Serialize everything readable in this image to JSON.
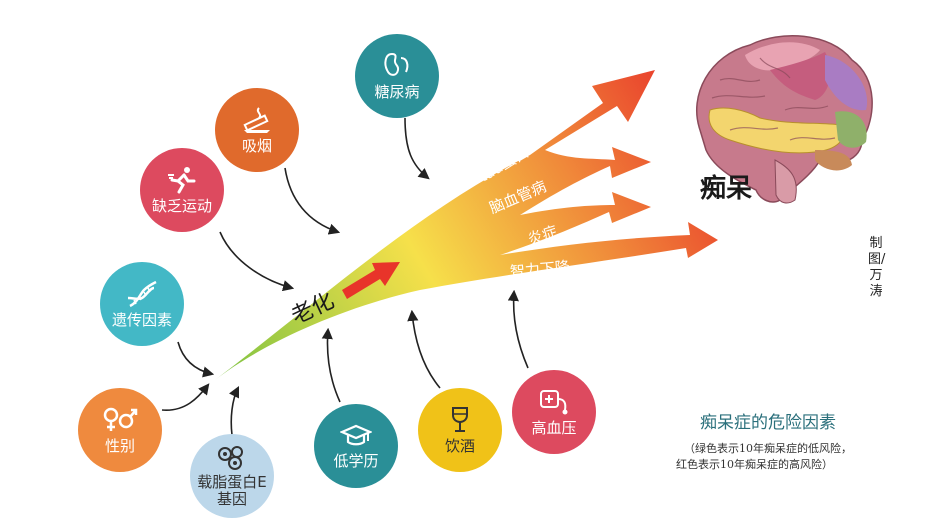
{
  "center_label": "老化",
  "outcome_label": "痴呆",
  "branches": [
    {
      "label": "tau蛋白"
    },
    {
      "label": "脑血管病"
    },
    {
      "label": "炎症"
    },
    {
      "label": "智力下降"
    }
  ],
  "factors": [
    {
      "label": "糖尿病",
      "icon": "kidney-icon",
      "color": "#2a8f97"
    },
    {
      "label": "吸烟",
      "icon": "cigarette-icon",
      "color": "#e06a2c"
    },
    {
      "label": "缺乏运动",
      "icon": "runner-icon",
      "color": "#dd4a5f"
    },
    {
      "label": "遗传因素",
      "icon": "dna-icon",
      "color": "#43b8c6"
    },
    {
      "label": "性别",
      "icon": "gender-icon",
      "color": "#ef8a3e"
    },
    {
      "label": "载脂蛋白E基因",
      "icon": "protein-icon",
      "color": "#bcd7ea"
    },
    {
      "label": "低学历",
      "icon": "graduation-cap-icon",
      "color": "#2a8f97"
    },
    {
      "label": "饮酒",
      "icon": "wine-glass-icon",
      "color": "#f0c218"
    },
    {
      "label": "高血压",
      "icon": "blood-pressure-icon",
      "color": "#dd4a5f"
    }
  ],
  "credit": "制图/万涛",
  "legend": {
    "title": "痴呆症的危险因素",
    "line1": "（绿色表示10年痴呆症的低风险，",
    "line2": "红色表示10年痴呆症的高风险）"
  },
  "colors": {
    "low_risk": "#7cc242",
    "mid_risk": "#f6e04a",
    "high_risk": "#e8342a"
  }
}
